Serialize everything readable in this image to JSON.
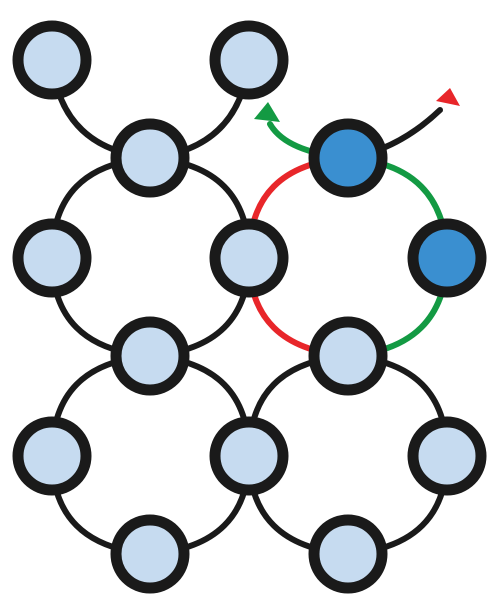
{
  "colors": {
    "background": "#ffffff",
    "edge": "#1a1a1a",
    "node_outline": "#1a1a1a",
    "node_fill_light": "#c6dbf0",
    "node_fill_dark": "#3a8fd0",
    "path_red": "#e8262a",
    "path_green": "#139a43"
  },
  "nodes": [
    {
      "id": "n1",
      "style": "light"
    },
    {
      "id": "n2",
      "style": "light"
    },
    {
      "id": "n3",
      "style": "light"
    },
    {
      "id": "n4",
      "style": "dark"
    },
    {
      "id": "n5",
      "style": "light"
    },
    {
      "id": "n6",
      "style": "light"
    },
    {
      "id": "n7",
      "style": "dark"
    },
    {
      "id": "n8",
      "style": "light"
    },
    {
      "id": "n9",
      "style": "light"
    },
    {
      "id": "n10",
      "style": "light"
    },
    {
      "id": "n11",
      "style": "light"
    },
    {
      "id": "n12",
      "style": "light"
    },
    {
      "id": "n13",
      "style": "light"
    },
    {
      "id": "n14",
      "style": "light"
    },
    {
      "id": "n15",
      "style": "light"
    }
  ],
  "edges": [
    {
      "id": "e1",
      "color": "edge"
    },
    {
      "id": "e2",
      "color": "edge"
    },
    {
      "id": "e3",
      "color": "edge"
    },
    {
      "id": "e4",
      "color": "edge"
    },
    {
      "id": "e5",
      "color": "path_red"
    },
    {
      "id": "e6",
      "color": "path_green"
    },
    {
      "id": "e7",
      "color": "edge"
    },
    {
      "id": "e8",
      "color": "edge"
    },
    {
      "id": "e9",
      "color": "path_red"
    },
    {
      "id": "e10",
      "color": "path_green"
    },
    {
      "id": "e11",
      "color": "edge"
    },
    {
      "id": "e12",
      "color": "edge"
    },
    {
      "id": "e13",
      "color": "edge"
    },
    {
      "id": "e14",
      "color": "edge"
    },
    {
      "id": "e15",
      "color": "edge"
    },
    {
      "id": "e16",
      "color": "edge"
    },
    {
      "id": "e17",
      "color": "edge"
    },
    {
      "id": "e18",
      "color": "edge"
    },
    {
      "id": "e19",
      "color": "edge"
    }
  ],
  "arrows": [
    {
      "id": "a1",
      "color": "path_green"
    },
    {
      "id": "a2",
      "color": "path_red"
    }
  ]
}
